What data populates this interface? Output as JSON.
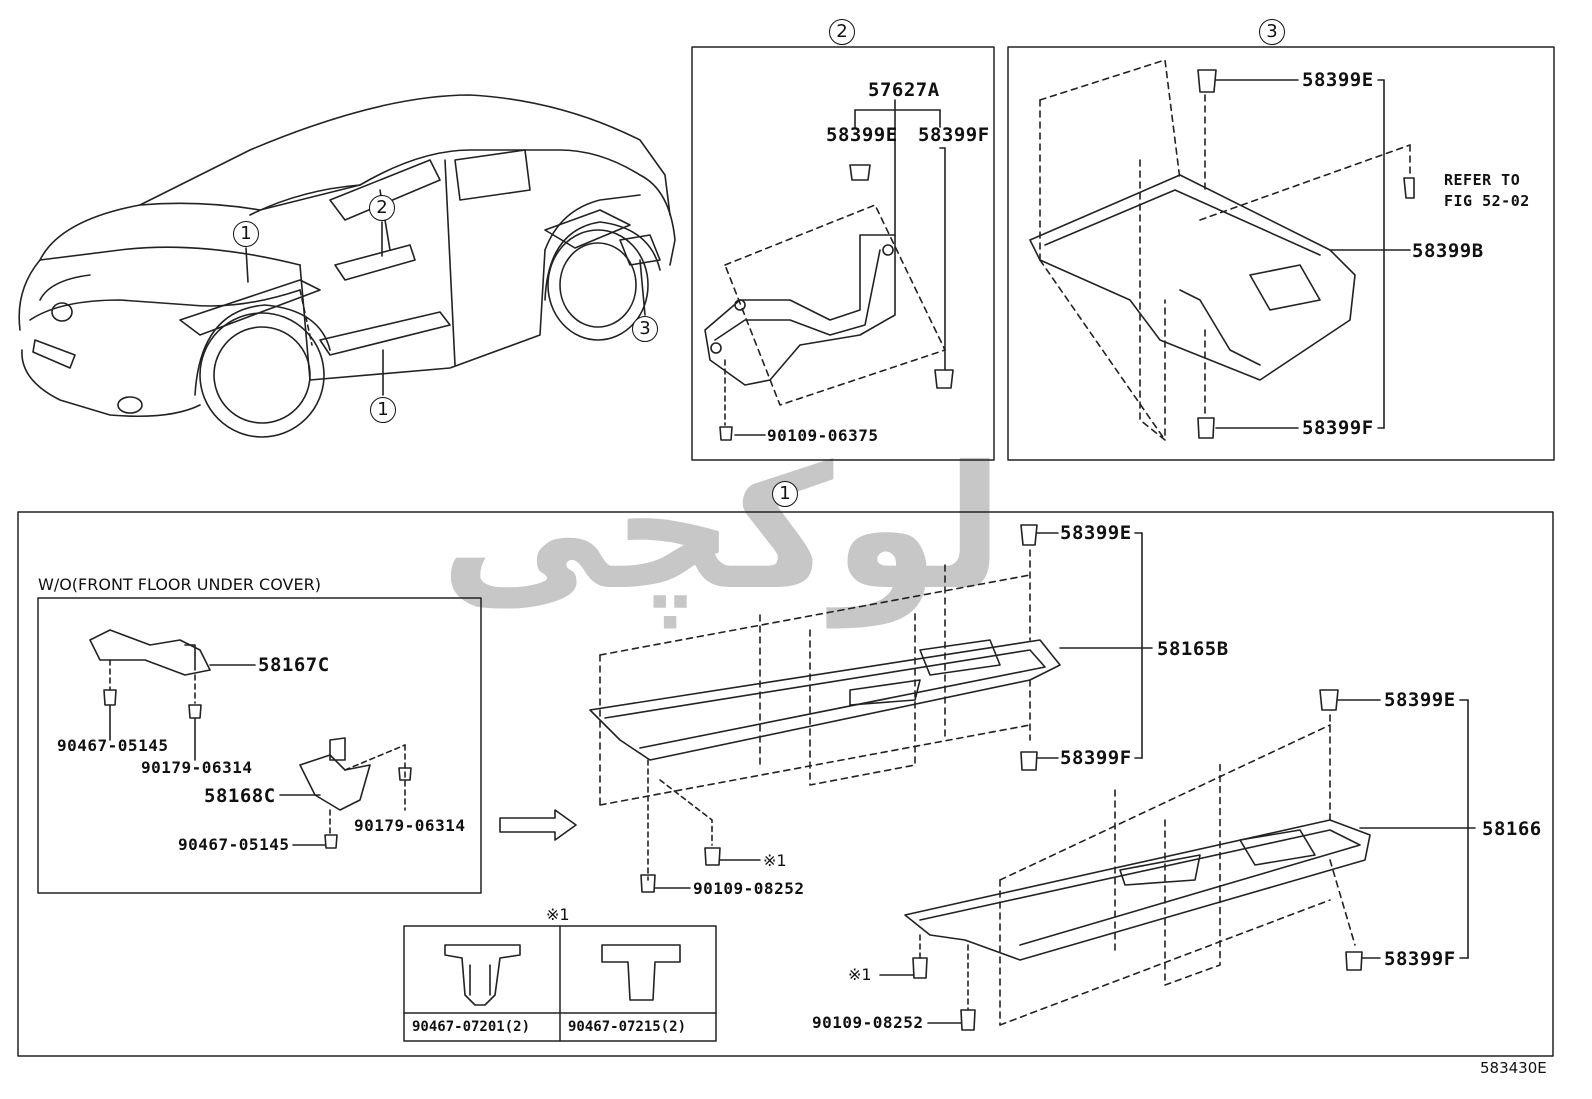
{
  "diagram_id": "583430E",
  "watermark": "لوکچی",
  "callouts": {
    "car_1_top": "1",
    "car_2": "2",
    "car_3": "3",
    "car_1_bottom": "1",
    "section_2": "2",
    "section_3": "3",
    "section_1": "1"
  },
  "section2": {
    "part_57627A": "57627A",
    "part_58399E": "58399E",
    "part_58399F": "58399F",
    "part_bolt": "90109-06375"
  },
  "section3": {
    "part_58399E": "58399E",
    "part_58399B": "58399B",
    "part_58399F": "58399F",
    "refer_line1": "REFER TO",
    "refer_line2": "FIG 52-02"
  },
  "section1": {
    "wo_title": "W/O(FRONT FLOOR UNDER COVER)",
    "wo_parts": {
      "p58167C": "58167C",
      "p58168C": "58168C",
      "p90467a": "90467-05145",
      "p90179a": "90179-06314",
      "p90179b": "90179-06314",
      "p90467b": "90467-05145"
    },
    "upper": {
      "p58399E": "58399E",
      "p58165B": "58165B",
      "p58399F": "58399F",
      "clip_mark": "※1",
      "bolt": "90109-08252"
    },
    "lower": {
      "p58399E": "58399E",
      "p58166": "58166",
      "p58399F": "58399F",
      "clip_mark": "※1",
      "bolt": "90109-08252"
    },
    "note_table": {
      "mark": "※1",
      "items": [
        {
          "part": "90467-07201(2)"
        },
        {
          "part": "90467-07215(2)"
        }
      ]
    }
  }
}
